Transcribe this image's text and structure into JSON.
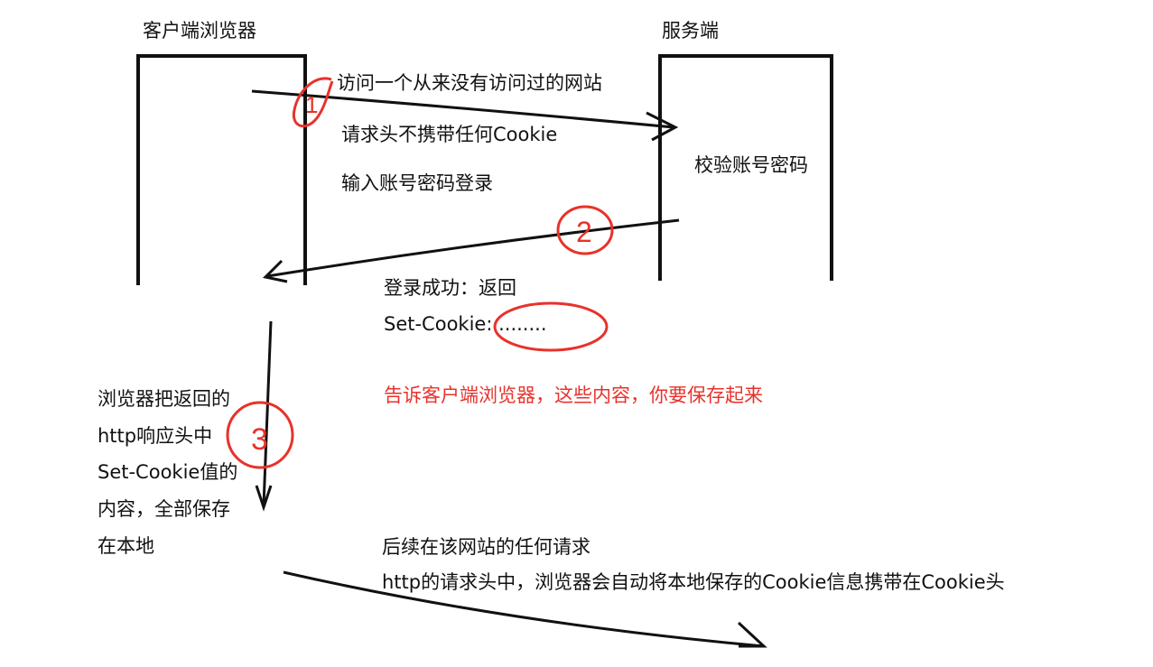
{
  "labels": {
    "client": "客户端浏览器",
    "server": "服务端"
  },
  "steps": {
    "markers": [
      "1",
      "2",
      "3"
    ],
    "request": {
      "line1": "访问一个从来没有访问过的网站",
      "line2": "请求头不携带任何Cookie",
      "line3": "输入账号密码登录"
    },
    "server_action": "校验账号密码",
    "response": {
      "line1": "登录成功：返回",
      "line2": "Set-Cookie: ........",
      "note": "告诉客户端浏览器，这些内容，你要保存起来"
    },
    "browser_save": [
      "浏览器把返回的",
      "http响应头中",
      "Set-Cookie值的",
      "内容，全部保存",
      "在本地"
    ],
    "subsequent": {
      "line1": "后续在该网站的任何请求",
      "line2": "http的请求头中，浏览器会自动将本地保存的Cookie信息携带在Cookie头"
    }
  },
  "colors": {
    "ink": "#111111",
    "annotation_red": "#e8322b"
  }
}
